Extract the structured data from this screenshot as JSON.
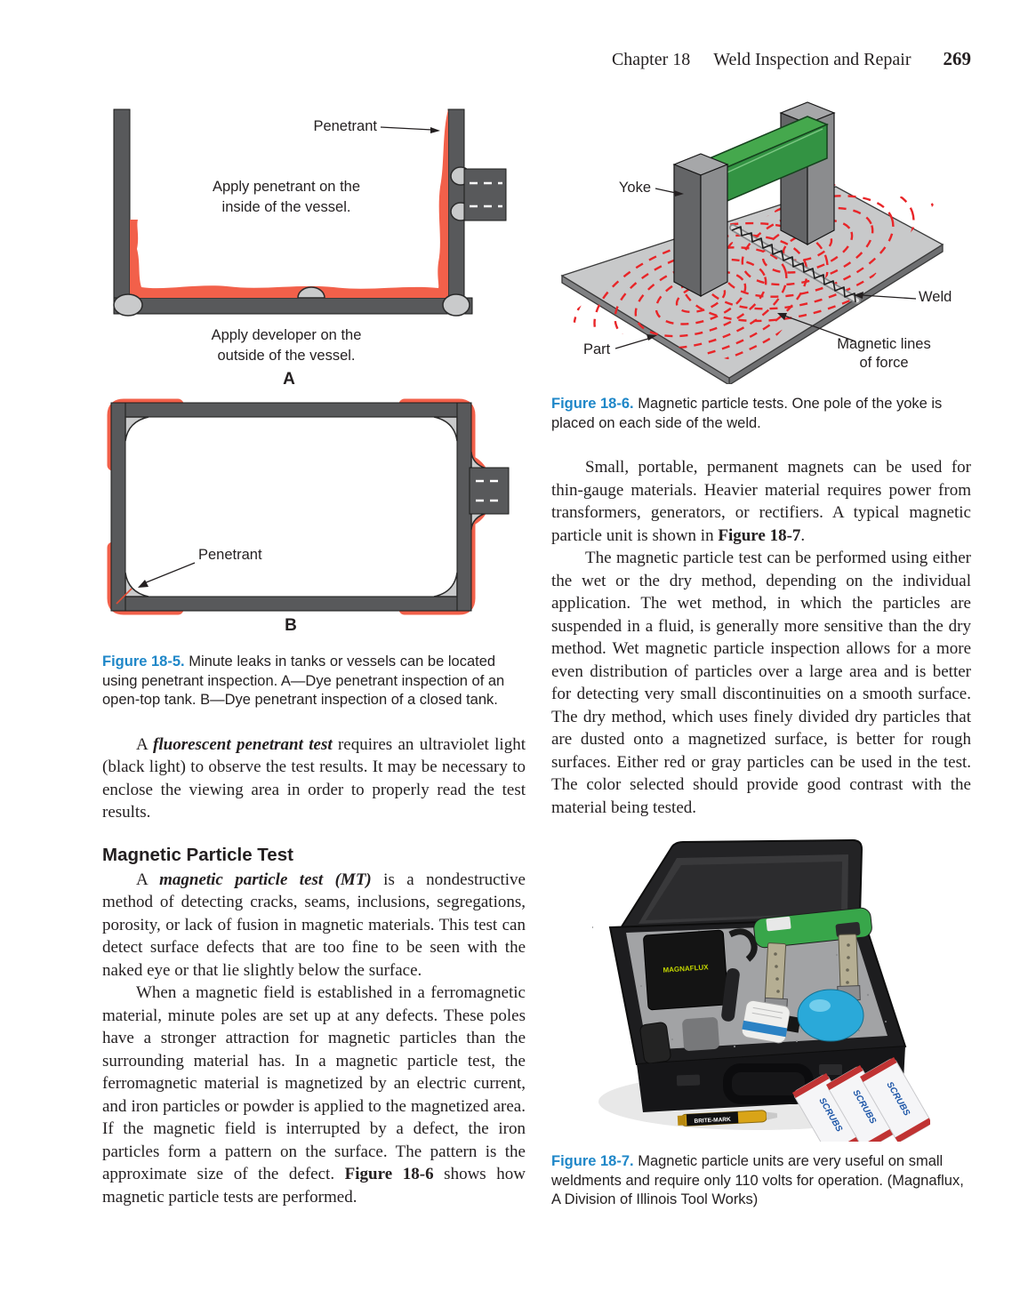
{
  "page": {
    "header": {
      "chapter": "Chapter 18",
      "title": "Weld Inspection and Repair",
      "page_number": "269"
    }
  },
  "figures": {
    "fig5": {
      "caption_label": "Figure 18-5.",
      "caption_text": " Minute leaks in tanks or vessels can be located using penetrant inspection. A—Dye penetrant inspection of an open-top tank. B—Dye penetrant inspection of a closed tank.",
      "diagram_a": {
        "penetrant_label": "Penetrant",
        "note_inside_line1": "Apply penetrant on the",
        "note_inside_line2": "inside of the vessel.",
        "note_outside_line1": "Apply developer on the",
        "note_outside_line2": "outside of the vessel.",
        "panel_label": "A"
      },
      "diagram_b": {
        "penetrant_label": "Penetrant",
        "panel_label": "B"
      }
    },
    "fig6": {
      "caption_label": "Figure 18-6.",
      "caption_text": " Magnetic particle tests. One pole of the yoke is placed on each side of the weld.",
      "labels": {
        "yoke": "Yoke",
        "weld": "Weld",
        "part": "Part",
        "lines_line1": "Magnetic lines",
        "lines_line2": "of force"
      }
    },
    "fig7": {
      "caption_label": "Figure 18-7.",
      "caption_text": " Magnetic particle units are very useful on small weldments and require only 110 volts for operation. (Magnaflux, A Division of Illinois Tool Works)",
      "photo_text": {
        "case_brand": "MAGNAFLUX",
        "marker_brand": "BRITE-MARK",
        "packet_brand": "SCRUBS"
      }
    }
  },
  "left_column": {
    "para_fluorescent": {
      "lead": "A ",
      "term": "fluorescent penetrant test",
      "rest": " requires an ultraviolet light (black light) to observe the test results. It may be necessary to enclose the viewing area in order to properly read the test results."
    },
    "heading_mt": "Magnetic Particle Test",
    "para_mt1": {
      "lead": "A ",
      "term": "magnetic particle test (MT)",
      "rest": " is a nondestructive method of detecting cracks, seams, inclusions, segregations, porosity, or lack of fusion in magnetic materials. This test can detect surface defects that are too fine to be seen with the naked eye or that lie slightly below the surface."
    },
    "para_mt2": {
      "part1": "When a magnetic field is established in a ferromagnetic material, minute poles are set up at any defects. These poles have a stronger attraction for magnetic particles than the surrounding material has. In a magnetic particle test, the ferromagnetic material is magnetized by an electric current, and iron particles or powder is applied to the magnetized area. If the magnetic field is interrupted by a defect, the iron particles form a pattern on the surface. The pattern is the approximate size of the defect. ",
      "figref": "Figure 18-6",
      "part2": " shows how magnetic particle tests are performed."
    }
  },
  "right_column": {
    "para_magnets": {
      "part1": "Small, portable, permanent magnets can be used for thin-gauge materials. Heavier material requires power from transformers, generators, or rectifiers. A typical magnetic particle unit is shown in ",
      "figref": "Figure 18-7",
      "part2": "."
    },
    "para_methods": "The magnetic particle test can be performed using either the wet or the dry method, depending on the individual application. The wet method, in which the particles are suspended in a fluid, is generally more sensitive than the dry method. Wet magnetic particle inspection allows for a more even distribution of particles over a large area and is better for detecting very small discontinuities on a smooth surface. The dry method, which uses finely divided dry particles that are dusted onto a magnetized surface, is better for rough surfaces. Either red or gray particles can be used in the test. The color selected should provide good contrast with the material being tested."
  },
  "colors": {
    "figure_label_blue": "#1f87c8",
    "penetrant_orange": "#f2604a",
    "magnetic_red": "#e82528",
    "yoke_green": "#3aa148",
    "steel_gray": "#58595b",
    "weld_fillet_gray": "#c9cacb",
    "plate_gray": "#c8c9ca",
    "foam_gray": "#a2a3a5",
    "bulb_blue": "#2aa9d9",
    "marker_yellow": "#d9a417"
  }
}
